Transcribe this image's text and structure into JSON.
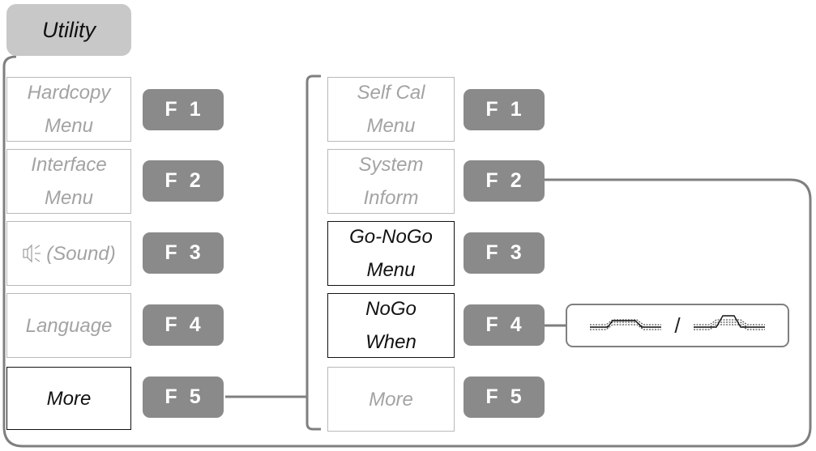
{
  "utility": {
    "label": "Utility"
  },
  "left_menu": [
    {
      "lines": [
        "Hardcopy",
        "Menu"
      ],
      "key": "F",
      "num": "1",
      "active": false
    },
    {
      "lines": [
        "Interface",
        "Menu"
      ],
      "key": "F",
      "num": "2",
      "active": false
    },
    {
      "lines": [
        "(Sound)"
      ],
      "key": "F",
      "num": "3",
      "active": false,
      "icon": "speaker-icon"
    },
    {
      "lines": [
        "Language"
      ],
      "key": "F",
      "num": "4",
      "active": false
    },
    {
      "lines": [
        "More"
      ],
      "key": "F",
      "num": "5",
      "active": true
    }
  ],
  "right_menu": [
    {
      "lines": [
        "Self Cal",
        "Menu"
      ],
      "key": "F",
      "num": "1",
      "active": false
    },
    {
      "lines": [
        "System",
        "Inform"
      ],
      "key": "F",
      "num": "2",
      "active": false
    },
    {
      "lines": [
        "Go-NoGo",
        "Menu"
      ],
      "key": "F",
      "num": "3",
      "active": true
    },
    {
      "lines": [
        "NoGo",
        "When"
      ],
      "key": "F",
      "num": "4",
      "active": true
    },
    {
      "lines": [
        "More"
      ],
      "key": "F",
      "num": "5",
      "active": false
    }
  ],
  "nogo_when_options": {
    "separator": "/",
    "icons": [
      "waveform-inside-icon",
      "waveform-outside-icon"
    ]
  },
  "colors": {
    "button": "#8a8a8a",
    "inactive_text": "#a3a3a3",
    "utility_bg": "#c8c8c8",
    "line": "#7f7f7f"
  }
}
